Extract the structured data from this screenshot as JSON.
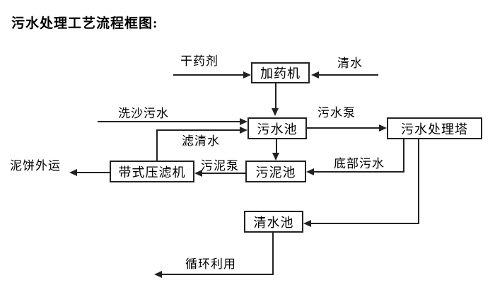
{
  "title": "污水处理工艺流程框图:",
  "diagram": {
    "nodes": {
      "dosing_machine": "加药机",
      "sewage_pool": "污水池",
      "sewage_treatment_tower": "污水处理塔",
      "sludge_pool": "污泥池",
      "belt_filter_press": "带式压滤机",
      "clear_water_pool": "清水池"
    },
    "flow_labels": {
      "dry_chemical": "干药剂",
      "clear_water": "清水",
      "sand_washing_sewage": "洗沙污水",
      "sewage_pump": "污水泵",
      "filtered_water": "滤清水",
      "sludge_pump": "污泥泵",
      "bottom_sewage": "底部污水",
      "mud_cake_transport": "泥饼外运",
      "recycling": "循环利用"
    },
    "colors": {
      "line": "#222222",
      "text": "#000000",
      "background": "#ffffff"
    }
  }
}
